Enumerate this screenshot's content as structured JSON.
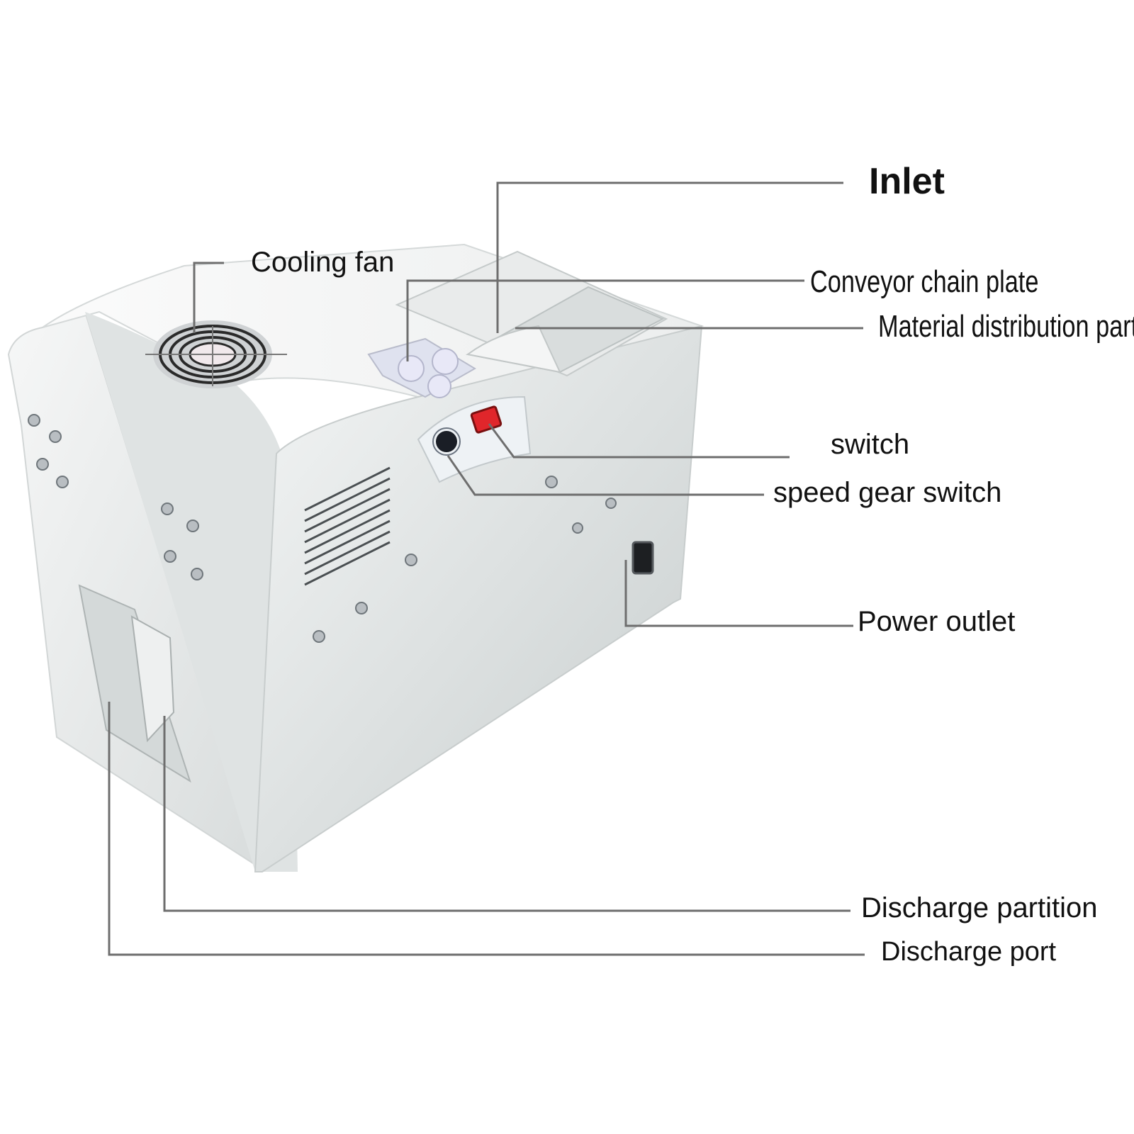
{
  "labels": {
    "inlet": "Inlet",
    "cooling_fan": "Cooling fan",
    "conveyor_chain_plate": "Conveyor chain plate",
    "material_distribution_partition": "Material distribution partition",
    "switch": "switch",
    "speed_gear_switch": "speed gear switch",
    "power_outlet": "Power outlet",
    "discharge_partition": "Discharge partition",
    "discharge_port": "Discharge port"
  },
  "colors": {
    "background": "#ffffff",
    "machine_body": "#e9ecec",
    "machine_shadow": "#c9cfcf",
    "leader_line": "#6e6e6e",
    "switch_red": "#e0262b",
    "label_text": "#111111"
  }
}
